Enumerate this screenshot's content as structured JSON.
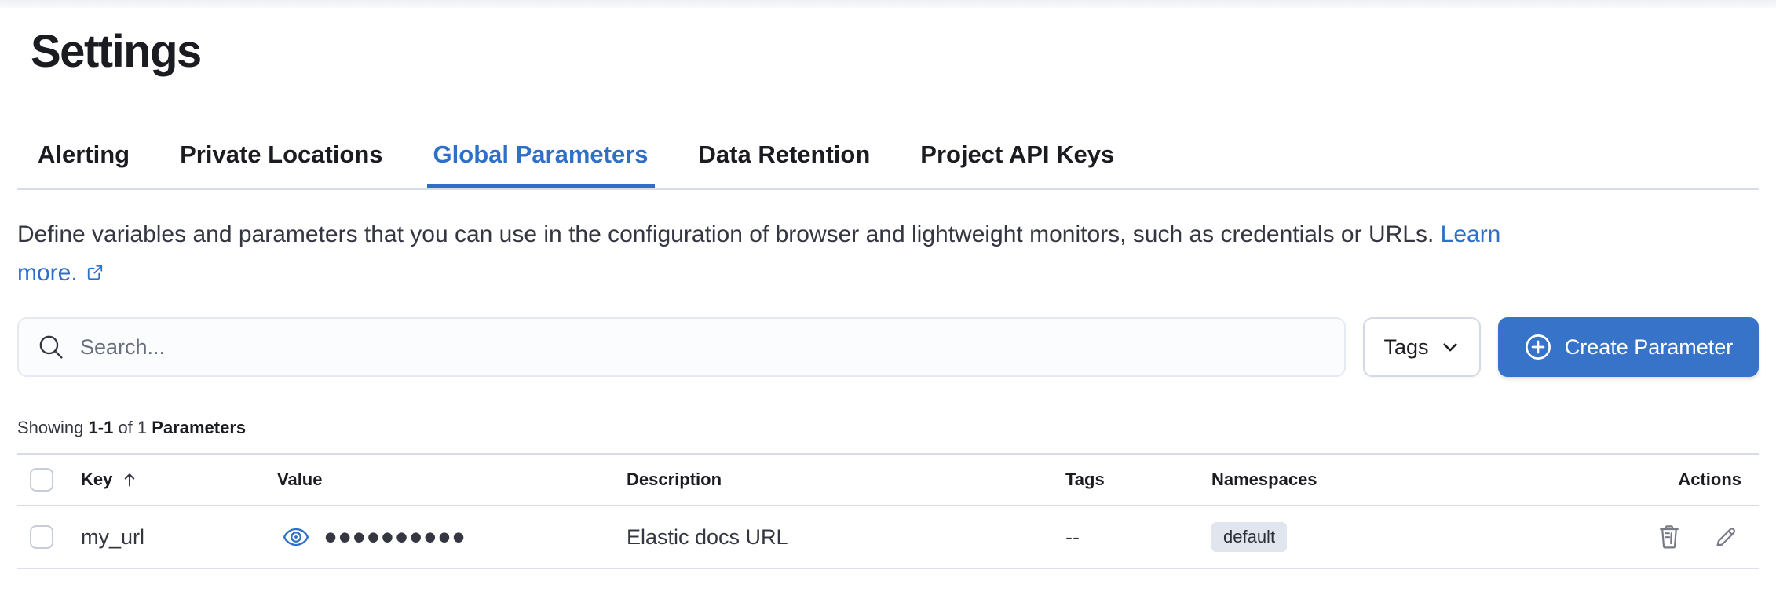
{
  "page": {
    "title": "Settings"
  },
  "tabs": [
    {
      "label": "Alerting",
      "active": false
    },
    {
      "label": "Private Locations",
      "active": false
    },
    {
      "label": "Global Parameters",
      "active": true
    },
    {
      "label": "Data Retention",
      "active": false
    },
    {
      "label": "Project API Keys",
      "active": false
    }
  ],
  "description": {
    "line1": "Define variables and parameters that you can use in the configuration of browser and lightweight monitors, such as credentials or URLs.",
    "link_line1": "Learn",
    "link_line2": "more."
  },
  "toolbar": {
    "search_placeholder": "Search...",
    "search_value": "",
    "tags_button": "Tags",
    "create_button": "Create Parameter"
  },
  "summary": {
    "prefix": "Showing",
    "range": "1-1",
    "middle": "of 1",
    "entity": "Parameters"
  },
  "table": {
    "columns": [
      "Key",
      "Value",
      "Description",
      "Tags",
      "Namespaces",
      "Actions"
    ],
    "sorted_column": "Key",
    "sort_direction": "ascending",
    "rows": [
      {
        "key": "my_url",
        "value_masked": "••••••••••",
        "description": "Elastic docs URL",
        "tags": "--",
        "namespaces": [
          "default"
        ]
      }
    ]
  },
  "icons": {
    "search": "search-icon",
    "tags_dropdown": "chevron-down-icon",
    "create": "plus-in-circle-icon",
    "learn_more": "external-link-icon",
    "sort": "sort-ascending-icon",
    "show_value": "eye-icon",
    "delete": "trash-icon",
    "edit": "pencil-icon"
  },
  "colors": {
    "primary_blue": "#2E6FC7",
    "button_blue": "#3773C9",
    "text": "#343741",
    "heading": "#1A1C21",
    "subdued": "#69707D",
    "border": "#D7DCE8",
    "badge_bg": "#E0E5EE",
    "icon_gray": "#767B85"
  }
}
